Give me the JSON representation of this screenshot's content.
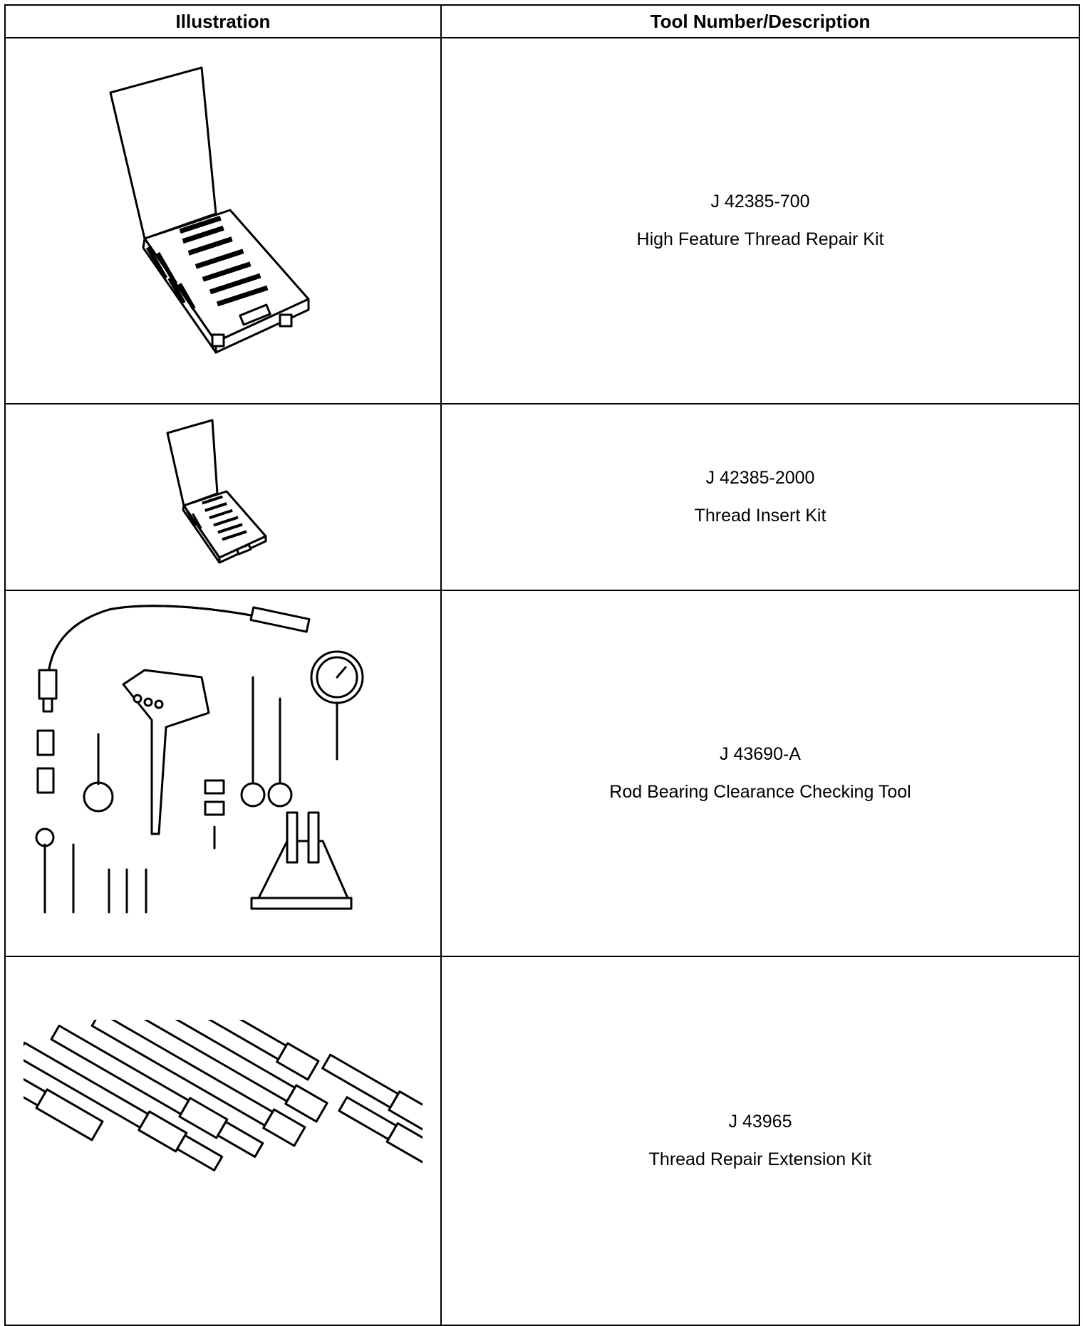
{
  "table": {
    "headers": {
      "illustration": "Illustration",
      "tool": "Tool Number/Description"
    },
    "rows": [
      {
        "number": "J 42385-700",
        "description": "High Feature Thread Repair Kit",
        "illustration_icon": "thread-repair-kit-case-icon"
      },
      {
        "number": "J 42385-2000",
        "description": "Thread Insert Kit",
        "illustration_icon": "thread-insert-kit-case-icon"
      },
      {
        "number": "J 43690-A",
        "description": "Rod Bearing Clearance Checking Tool",
        "illustration_icon": "rod-bearing-checking-tool-icon"
      },
      {
        "number": "J 43965",
        "description": "Thread Repair Extension Kit",
        "illustration_icon": "extension-kit-icon"
      }
    ]
  }
}
